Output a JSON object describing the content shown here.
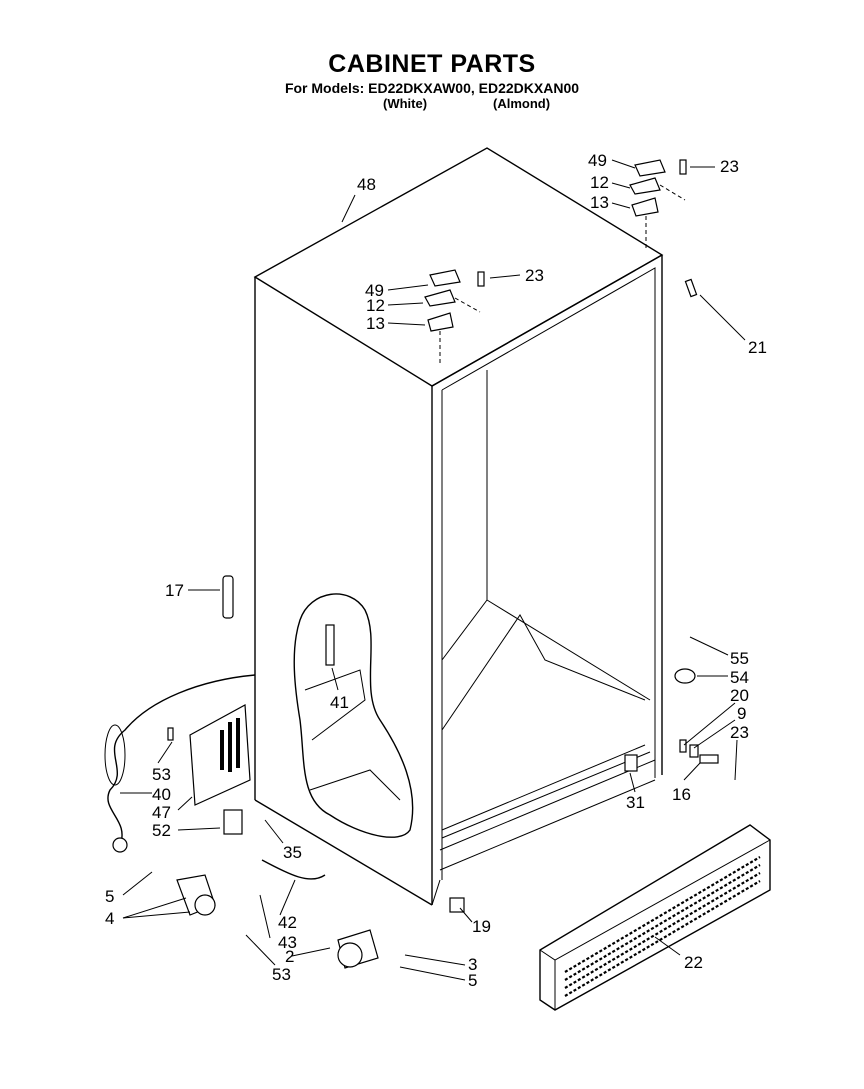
{
  "header": {
    "title": "CABINET PARTS",
    "models": "For Models: ED22DKXAW00, ED22DKXAN00",
    "color_white": "(White)",
    "color_almond": "(Almond)"
  },
  "callouts": {
    "c48": "48",
    "c49a": "49",
    "c12a": "12",
    "c13a": "13",
    "c23a": "23",
    "c49b": "49",
    "c12b": "12",
    "c13b": "13",
    "c23b": "23",
    "c21": "21",
    "c17": "17",
    "c41": "41",
    "c55": "55",
    "c54": "54",
    "c20": "20",
    "c9": "9",
    "c23c": "23",
    "c16": "16",
    "c31": "31",
    "c53a": "53",
    "c40": "40",
    "c47": "47",
    "c52": "52",
    "c35": "35",
    "c5a": "5",
    "c4": "4",
    "c42": "42",
    "c43": "43",
    "c2": "2",
    "c53b": "53",
    "c19": "19",
    "c3": "3",
    "c5b": "5",
    "c22": "22"
  }
}
